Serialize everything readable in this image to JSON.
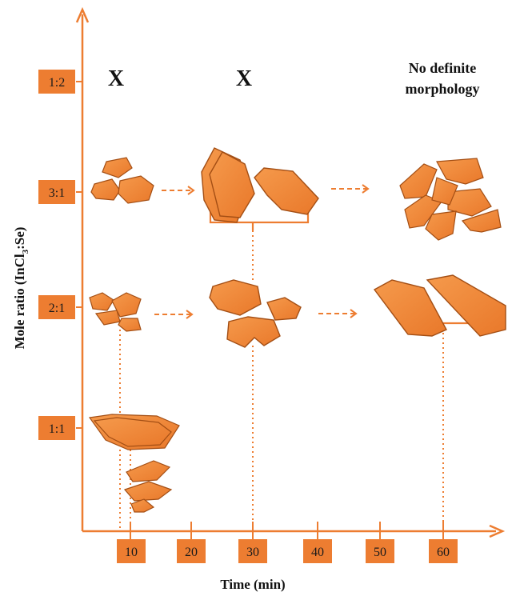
{
  "axes": {
    "x_title": "Time (min)",
    "y_title_main": "Mole ratio (InCl",
    "y_title_sub": "3",
    "y_title_end": ":Se)"
  },
  "x_ticks": [
    "10",
    "20",
    "30",
    "40",
    "50",
    "60"
  ],
  "y_ticks": [
    "1:2",
    "3:1",
    "2:1",
    "1:1"
  ],
  "annotations": {
    "no_result_mark": "X",
    "no_morphology_line1": "No definite",
    "no_morphology_line2": "morphology"
  },
  "colors": {
    "accent": "#ed7d31",
    "flake_fill": "#f08a35",
    "flake_edge": "#a34e14",
    "text": "#111111"
  }
}
